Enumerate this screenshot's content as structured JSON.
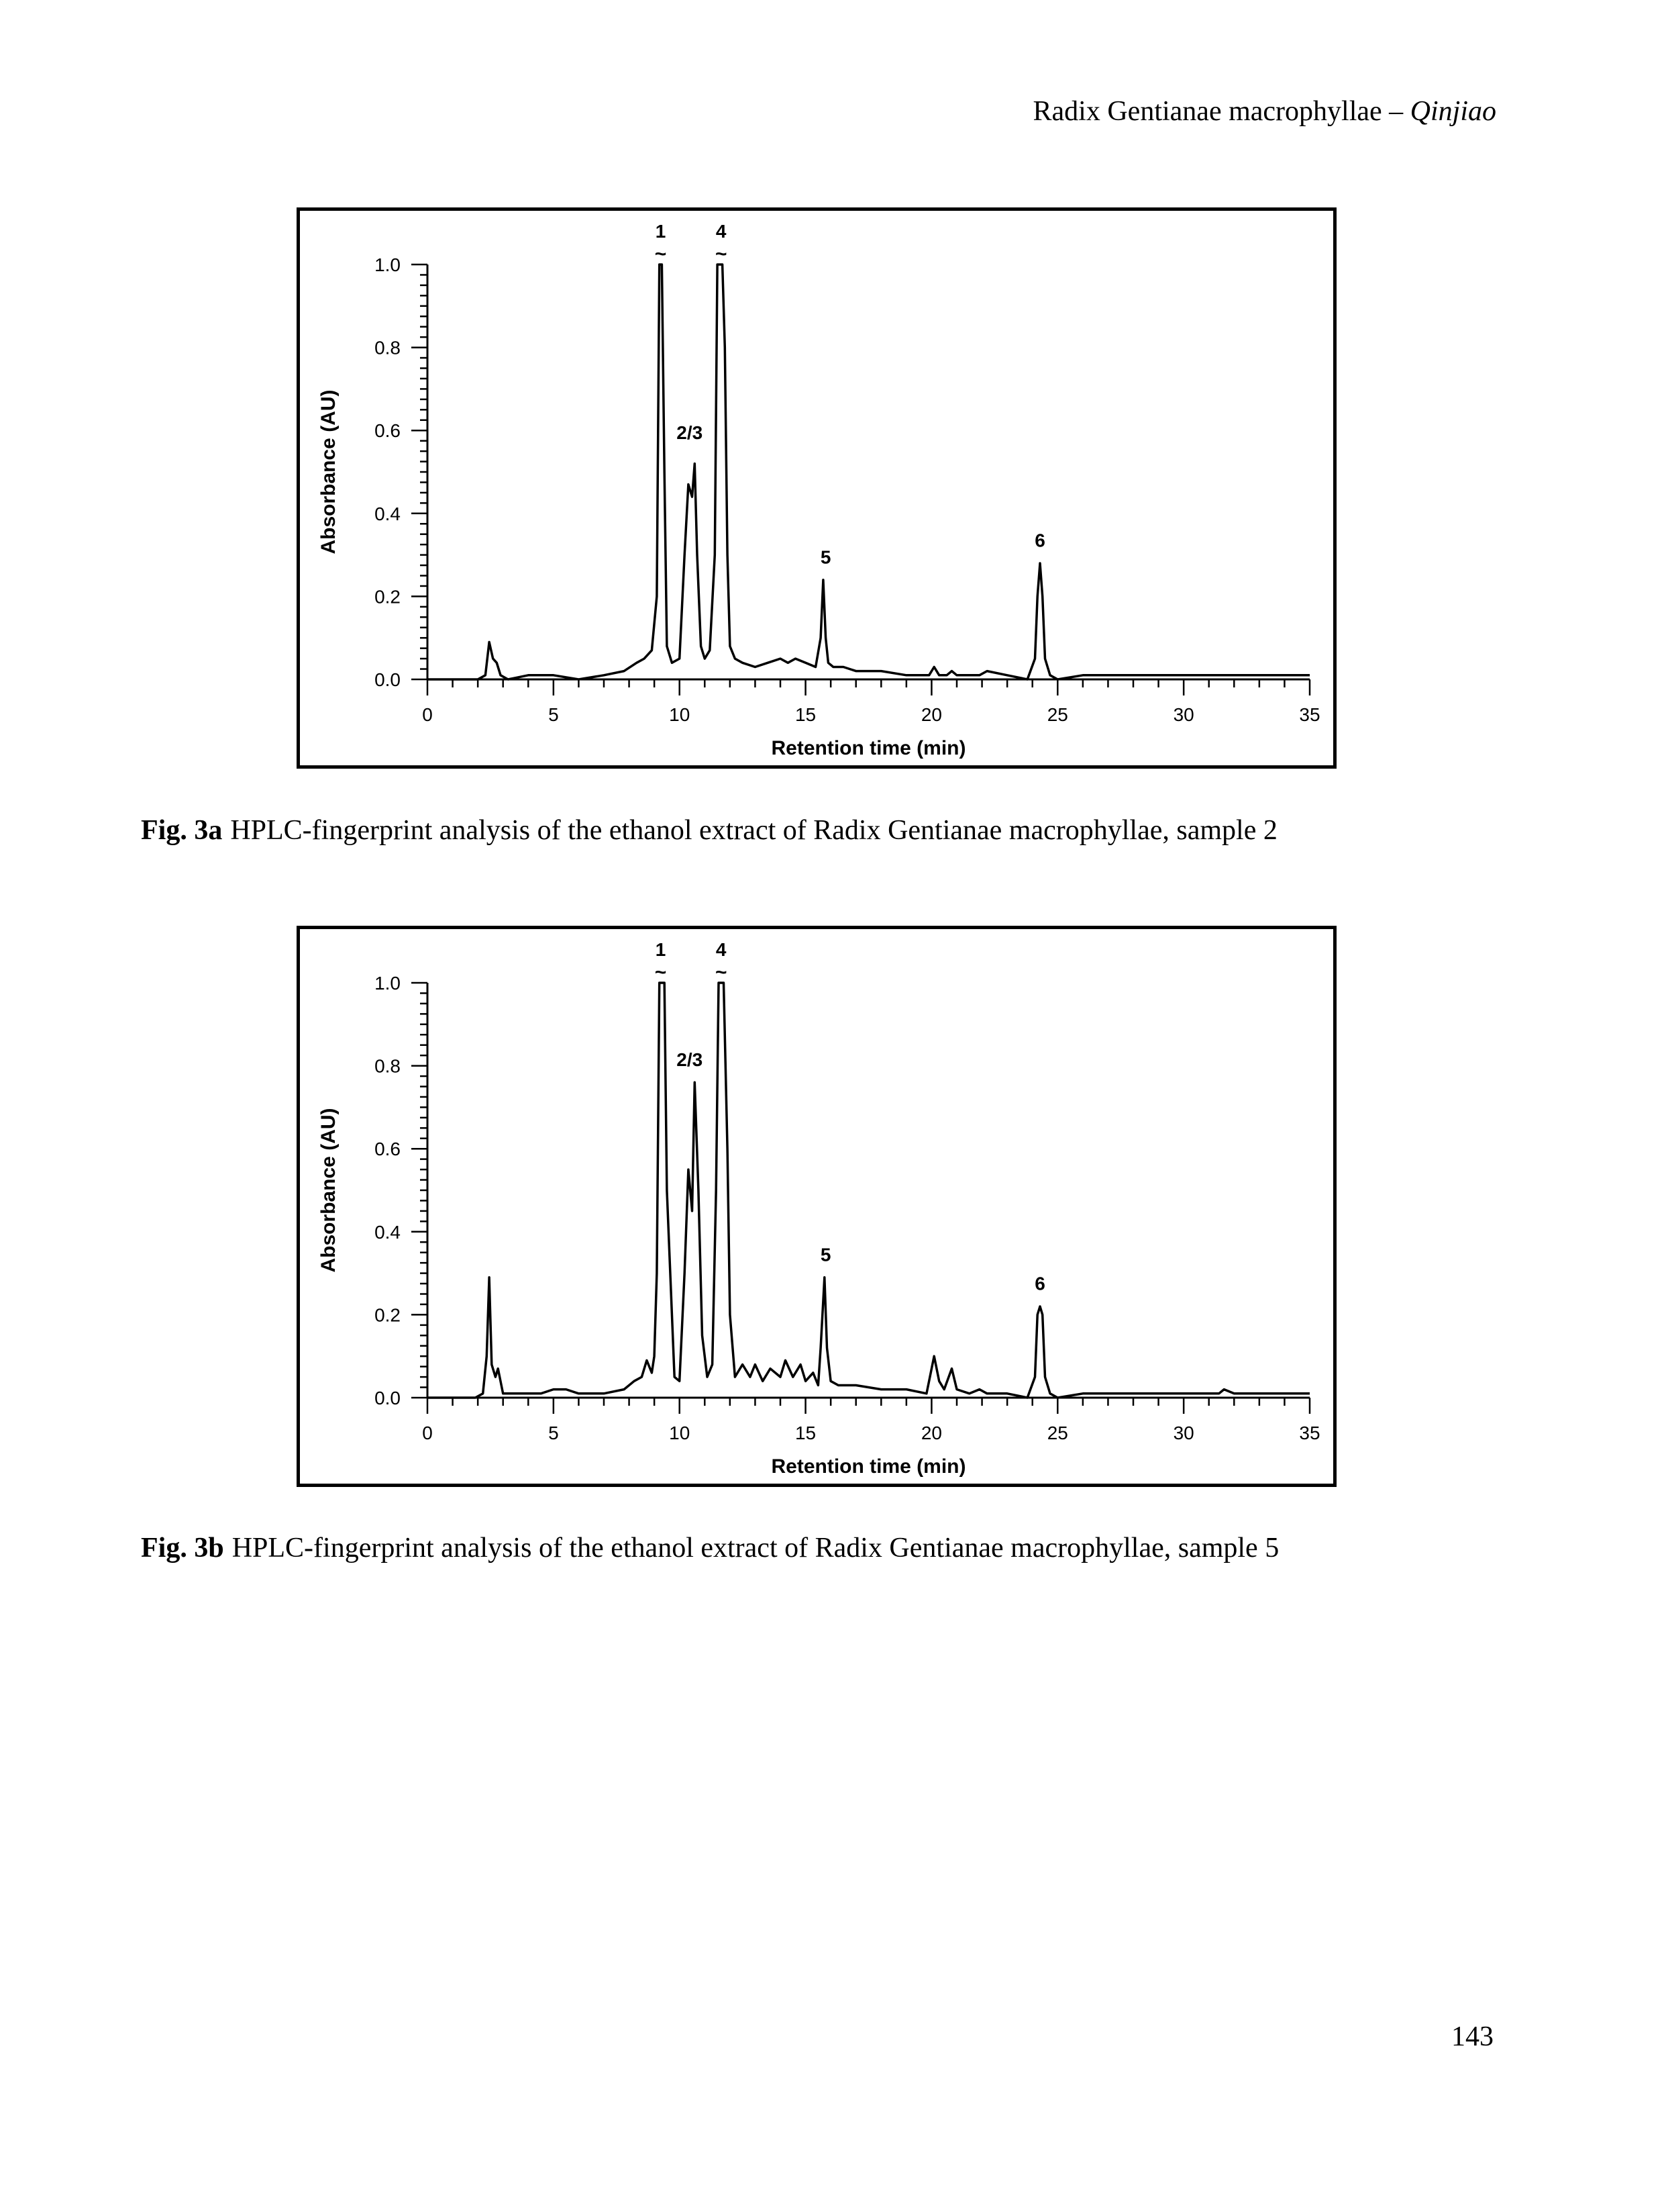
{
  "header": {
    "title_roman": "Radix Gentianae macrophyllae – ",
    "title_italic": "Qinjiao"
  },
  "figures": [
    {
      "caption_label": "Fig. 3a",
      "caption_text": "HPLC-fingerprint analysis of the ethanol extract of Radix Gentianae macrophyllae, sample 2"
    },
    {
      "caption_label": "Fig. 3b",
      "caption_text": "HPLC-fingerprint analysis of the ethanol extract of Radix Gentianae macrophyllae, sample 5"
    }
  ],
  "page_number": "143",
  "chart_data": [
    {
      "type": "line",
      "xlabel": "Retention time (min)",
      "ylabel": "Absorbance (AU)",
      "xlim": [
        0,
        35
      ],
      "ylim": [
        0,
        1.0
      ],
      "x_ticks": [
        "0",
        "5",
        "10",
        "15",
        "20",
        "25",
        "30",
        "35"
      ],
      "y_ticks": [
        "0.0",
        "0.2",
        "0.4",
        "0.6",
        "0.8",
        "1.0"
      ],
      "break_symbol": "~",
      "series": [
        {
          "x": [
            0,
            2.0,
            2.3,
            2.45,
            2.6,
            2.75,
            2.9,
            3.2,
            4.0,
            5.0,
            6.0,
            7.0,
            7.8,
            8.3,
            8.6,
            8.9,
            9.1,
            9.2,
            9.3,
            9.4,
            9.5,
            9.7,
            10.0,
            10.2,
            10.35,
            10.5,
            10.6,
            10.7,
            10.85,
            11.0,
            11.2,
            11.4,
            11.5,
            11.6,
            11.7,
            11.8,
            11.9,
            12.0,
            12.2,
            12.5,
            13.0,
            13.5,
            14.0,
            14.3,
            14.6,
            15.0,
            15.4,
            15.6,
            15.7,
            15.8,
            15.9,
            16.1,
            16.5,
            17.0,
            18.0,
            19.0,
            19.9,
            20.1,
            20.3,
            20.6,
            20.8,
            21.0,
            21.5,
            21.9,
            22.2,
            23.0,
            23.8,
            24.1,
            24.2,
            24.3,
            24.4,
            24.5,
            24.7,
            25.0,
            26.0,
            27.0,
            28.0,
            29.0,
            30.0,
            31.0,
            31.4,
            31.6,
            32.0,
            33.0,
            34.0,
            35.0
          ],
          "y": [
            0.0,
            0.0,
            0.01,
            0.09,
            0.05,
            0.04,
            0.01,
            0.0,
            0.01,
            0.01,
            0.0,
            0.01,
            0.02,
            0.04,
            0.05,
            0.07,
            0.2,
            1.0,
            1.0,
            0.5,
            0.08,
            0.04,
            0.05,
            0.3,
            0.47,
            0.44,
            0.52,
            0.3,
            0.08,
            0.05,
            0.07,
            0.3,
            1.0,
            1.0,
            1.0,
            0.8,
            0.3,
            0.08,
            0.05,
            0.04,
            0.03,
            0.04,
            0.05,
            0.04,
            0.05,
            0.04,
            0.03,
            0.1,
            0.24,
            0.1,
            0.04,
            0.03,
            0.03,
            0.02,
            0.02,
            0.01,
            0.01,
            0.03,
            0.01,
            0.01,
            0.02,
            0.01,
            0.01,
            0.01,
            0.02,
            0.01,
            0.0,
            0.05,
            0.2,
            0.28,
            0.2,
            0.05,
            0.01,
            0.0,
            0.01,
            0.01,
            0.01,
            0.01,
            0.01,
            0.01,
            0.01,
            0.01,
            0.01,
            0.01,
            0.01,
            0.01
          ]
        }
      ],
      "peak_labels": [
        {
          "text": "1",
          "x": 9.25,
          "y": 1.0,
          "above_break": true
        },
        {
          "text": "4",
          "x": 11.65,
          "y": 1.0,
          "above_break": true
        },
        {
          "text": "2/3",
          "x": 10.4,
          "y": 0.56
        },
        {
          "text": "5",
          "x": 15.8,
          "y": 0.26
        },
        {
          "text": "6",
          "x": 24.3,
          "y": 0.3
        }
      ]
    },
    {
      "type": "line",
      "xlabel": "Retention time (min)",
      "ylabel": "Absorbance (AU)",
      "xlim": [
        0,
        35
      ],
      "ylim": [
        0,
        1.0
      ],
      "x_ticks": [
        "0",
        "5",
        "10",
        "15",
        "20",
        "25",
        "30",
        "35"
      ],
      "y_ticks": [
        "0.0",
        "0.2",
        "0.4",
        "0.6",
        "0.8",
        "1.0"
      ],
      "break_symbol": "~",
      "series": [
        {
          "x": [
            0,
            1.9,
            2.2,
            2.35,
            2.45,
            2.55,
            2.7,
            2.8,
            3.0,
            3.5,
            4.5,
            5.0,
            5.5,
            6.0,
            7.0,
            7.8,
            8.2,
            8.5,
            8.7,
            8.9,
            9.0,
            9.1,
            9.2,
            9.3,
            9.4,
            9.5,
            9.8,
            10.0,
            10.2,
            10.35,
            10.5,
            10.6,
            10.75,
            10.9,
            11.1,
            11.3,
            11.45,
            11.55,
            11.65,
            11.75,
            11.9,
            12.0,
            12.2,
            12.5,
            12.8,
            13.0,
            13.3,
            13.6,
            14.0,
            14.2,
            14.5,
            14.8,
            15.0,
            15.3,
            15.5,
            15.6,
            15.75,
            15.85,
            16.0,
            16.3,
            17.0,
            18.0,
            19.0,
            19.8,
            20.1,
            20.3,
            20.5,
            20.8,
            21.0,
            21.5,
            21.9,
            22.2,
            23.0,
            23.8,
            24.1,
            24.2,
            24.3,
            24.4,
            24.5,
            24.7,
            25.0,
            26.0,
            27.0,
            28.0,
            29.0,
            30.0,
            31.0,
            31.4,
            31.6,
            32.0,
            33.0,
            34.0,
            35.0
          ],
          "y": [
            0.0,
            0.0,
            0.01,
            0.1,
            0.29,
            0.08,
            0.05,
            0.07,
            0.01,
            0.01,
            0.01,
            0.02,
            0.02,
            0.01,
            0.01,
            0.02,
            0.04,
            0.05,
            0.09,
            0.06,
            0.1,
            0.3,
            1.0,
            1.0,
            1.0,
            0.5,
            0.05,
            0.04,
            0.3,
            0.55,
            0.45,
            0.76,
            0.5,
            0.15,
            0.05,
            0.08,
            0.5,
            1.0,
            1.0,
            1.0,
            0.6,
            0.2,
            0.05,
            0.08,
            0.05,
            0.08,
            0.04,
            0.07,
            0.05,
            0.09,
            0.05,
            0.08,
            0.04,
            0.06,
            0.03,
            0.12,
            0.29,
            0.12,
            0.04,
            0.03,
            0.03,
            0.02,
            0.02,
            0.01,
            0.1,
            0.04,
            0.02,
            0.07,
            0.02,
            0.01,
            0.02,
            0.01,
            0.01,
            0.0,
            0.05,
            0.2,
            0.22,
            0.2,
            0.05,
            0.01,
            0.0,
            0.01,
            0.01,
            0.01,
            0.01,
            0.01,
            0.01,
            0.01,
            0.02,
            0.01,
            0.01,
            0.01,
            0.01
          ]
        }
      ],
      "peak_labels": [
        {
          "text": "1",
          "x": 9.25,
          "y": 1.0,
          "above_break": true
        },
        {
          "text": "4",
          "x": 11.65,
          "y": 1.0,
          "above_break": true
        },
        {
          "text": "2/3",
          "x": 10.4,
          "y": 0.78
        },
        {
          "text": "5",
          "x": 15.8,
          "y": 0.31
        },
        {
          "text": "6",
          "x": 24.3,
          "y": 0.24
        }
      ]
    }
  ]
}
